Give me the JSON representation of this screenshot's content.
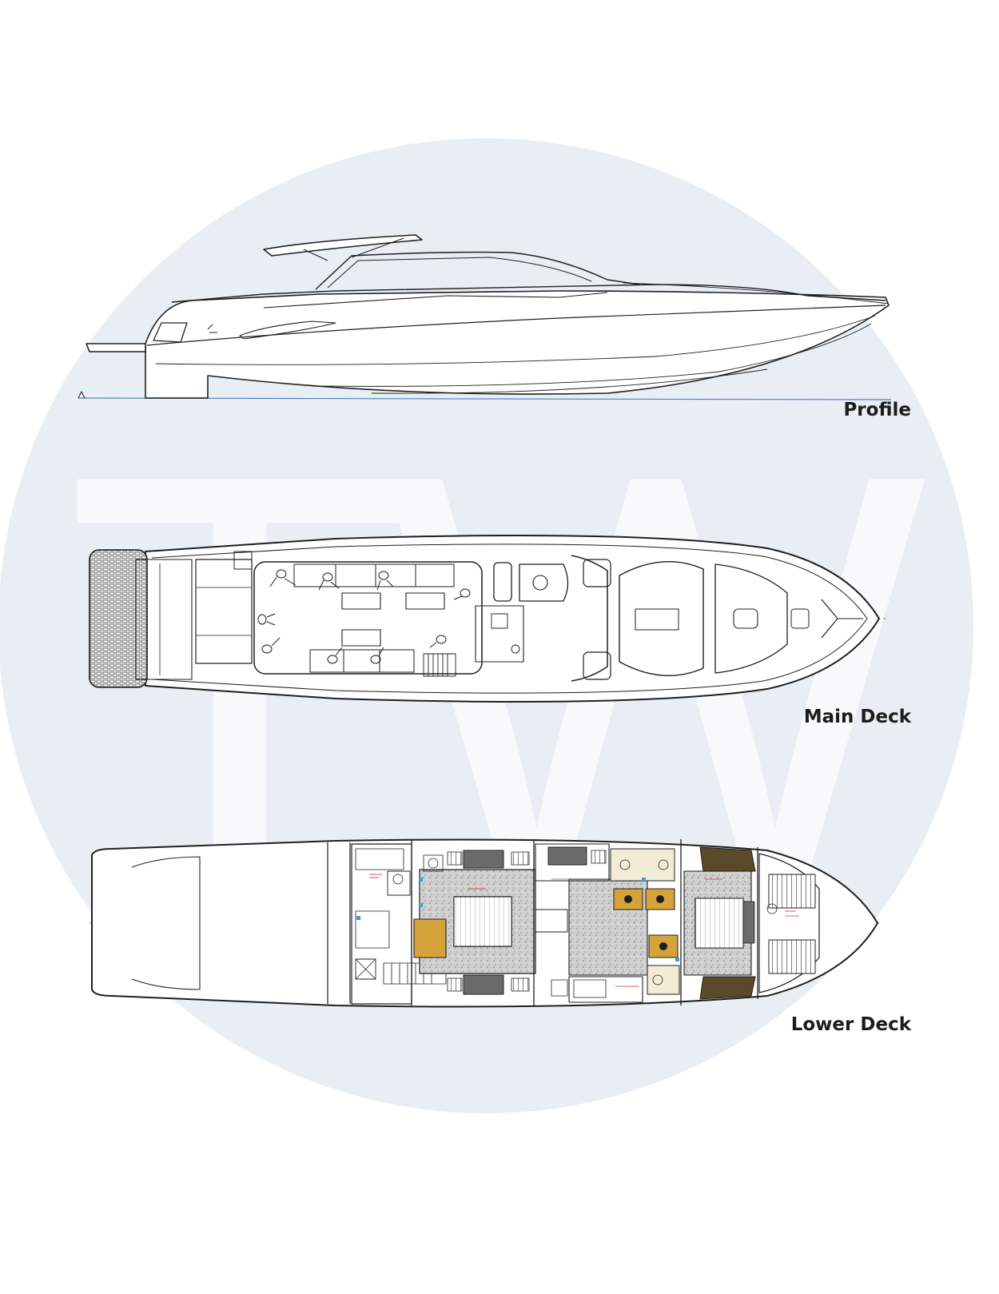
{
  "watermark": {
    "monogram": "TW",
    "circle_color": "#e9eef4",
    "letter_color": "#f8f9fb"
  },
  "colors": {
    "line": "#1f1f1f",
    "centerline": "#4a7fb8",
    "wood": "#d4a33a",
    "floor": "#c9c9c9",
    "bath_blue": "#3aa0d8",
    "accent_red": "#d03030"
  },
  "views": {
    "profile": {
      "label": "Profile"
    },
    "main_deck": {
      "label": "Main Deck"
    },
    "lower_deck": {
      "label": "Lower Deck"
    }
  }
}
